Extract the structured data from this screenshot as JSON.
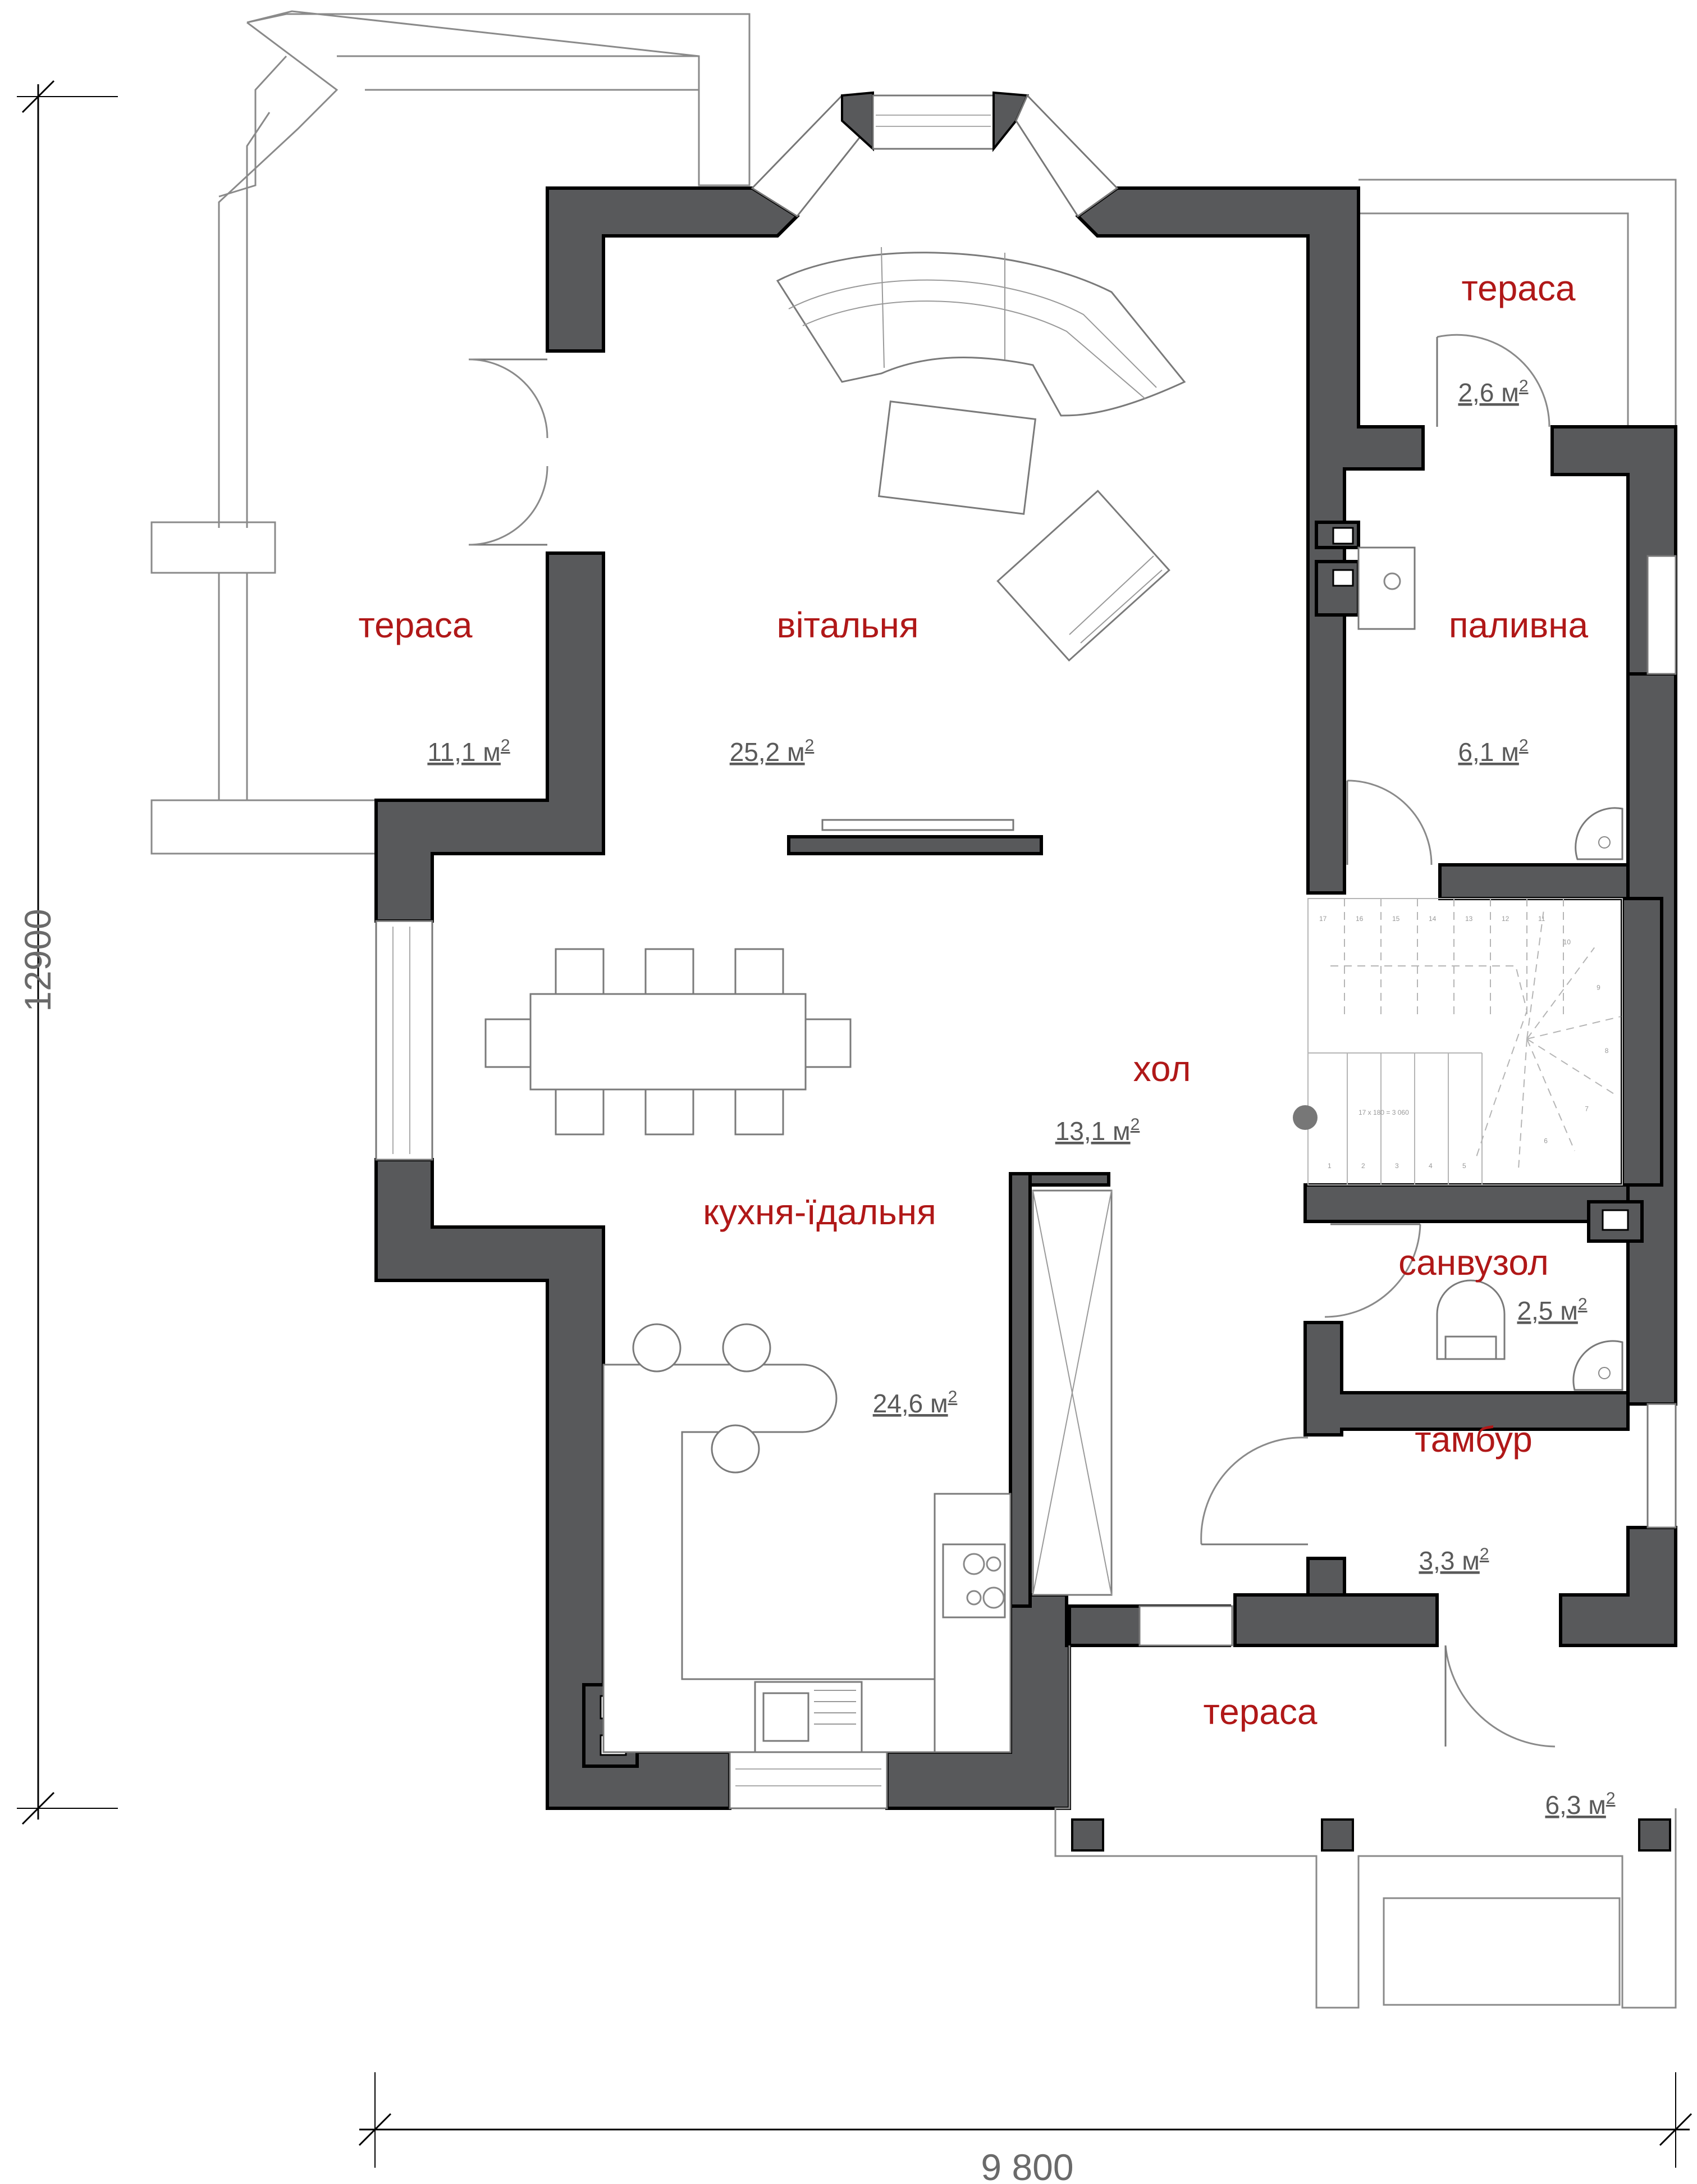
{
  "plan": {
    "rooms": [
      {
        "name": "тераса",
        "area": "11,1 м",
        "area_sup": "2"
      },
      {
        "name": "вітальня",
        "area": "25,2 м",
        "area_sup": "2"
      },
      {
        "name": "тераса",
        "area": "2,6 м",
        "area_sup": "2"
      },
      {
        "name": "паливна",
        "area": "6,1 м",
        "area_sup": "2"
      },
      {
        "name": "хол",
        "area": "13,1 м",
        "area_sup": "2"
      },
      {
        "name": "кухня-їдальня",
        "area": "24,6 м",
        "area_sup": "2"
      },
      {
        "name": "санвузол",
        "area": "2,5 м",
        "area_sup": "2"
      },
      {
        "name": "тамбур",
        "area": "3,3 м",
        "area_sup": "2"
      },
      {
        "name": "тераса",
        "area": "6,3 м",
        "area_sup": "2"
      }
    ],
    "dimensions": {
      "height": "12900",
      "width": "9 800"
    },
    "stair_note": "17 x 180 = 3 060",
    "stair_numbers": [
      "17",
      "16",
      "15",
      "14",
      "13",
      "12",
      "11",
      "10",
      "9",
      "8",
      "7",
      "6",
      "5",
      "4",
      "3",
      "2",
      "1"
    ],
    "colors": {
      "wall_fill": "#58595b",
      "room_label": "#b01818",
      "area_label": "#5a5a5a"
    }
  }
}
